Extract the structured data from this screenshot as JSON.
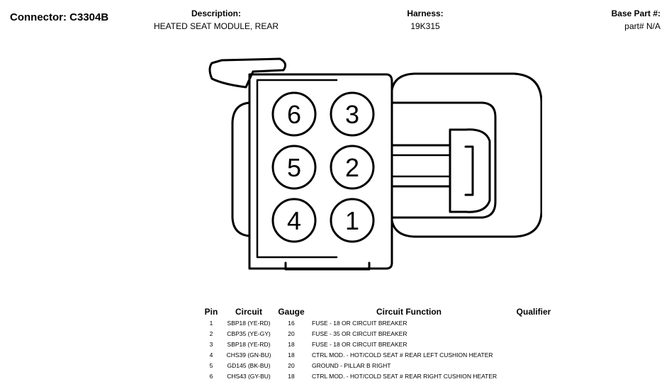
{
  "header": {
    "connector_title": "Connector: C3304B",
    "description_label": "Description:",
    "description_value": "HEATED SEAT MODULE, REAR",
    "harness_label": "Harness:",
    "harness_value": "19K315",
    "base_part_label": "Base Part #:",
    "base_part_value": "part# N/A"
  },
  "diagram": {
    "pins": [
      {
        "number": "6"
      },
      {
        "number": "3"
      },
      {
        "number": "5"
      },
      {
        "number": "2"
      },
      {
        "number": "4"
      },
      {
        "number": "1"
      }
    ]
  },
  "table": {
    "headers": {
      "pin": "Pin",
      "circuit": "Circuit",
      "gauge": "Gauge",
      "function": "Circuit Function",
      "qualifier": "Qualifier"
    },
    "rows": [
      {
        "pin": "1",
        "circuit": "SBP18 (YE-RD)",
        "gauge": "16",
        "function": "FUSE - 18 OR CIRCUIT BREAKER",
        "qualifier": ""
      },
      {
        "pin": "2",
        "circuit": "CBP35 (YE-GY)",
        "gauge": "20",
        "function": "FUSE - 35 OR CIRCUIT BREAKER",
        "qualifier": ""
      },
      {
        "pin": "3",
        "circuit": "SBP18 (YE-RD)",
        "gauge": "18",
        "function": "FUSE - 18 OR CIRCUIT BREAKER",
        "qualifier": ""
      },
      {
        "pin": "4",
        "circuit": "CHS39 (GN-BU)",
        "gauge": "18",
        "function": "CTRL MOD. - HOT/COLD SEAT # REAR LEFT CUSHION HEATER",
        "qualifier": ""
      },
      {
        "pin": "5",
        "circuit": "GD145 (BK-BU)",
        "gauge": "20",
        "function": "GROUND - PILLAR B RIGHT",
        "qualifier": ""
      },
      {
        "pin": "6",
        "circuit": "CHS43 (GY-BU)",
        "gauge": "18",
        "function": "CTRL MOD. - HOT/COLD SEAT # REAR RIGHT CUSHION HEATER",
        "qualifier": ""
      }
    ]
  }
}
